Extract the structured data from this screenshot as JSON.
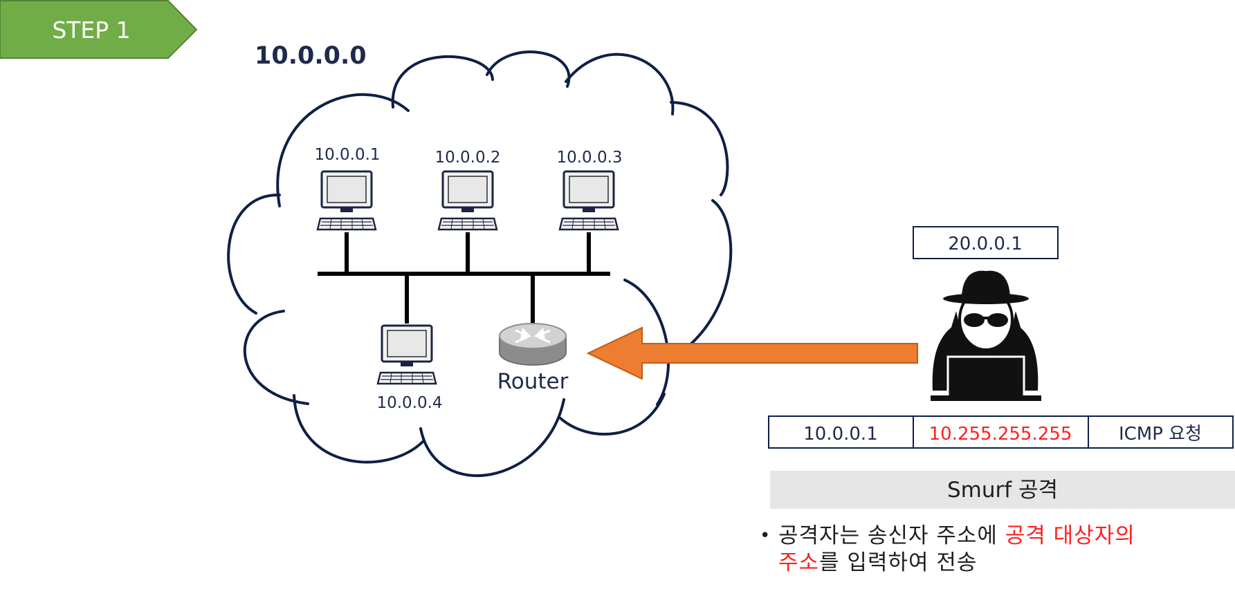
{
  "step_label": "STEP 1",
  "network_label": "10.0.0.0",
  "hosts": [
    "10.0.0.1",
    "10.0.0.2",
    "10.0.0.3",
    "10.0.0.4"
  ],
  "router_label": "Router",
  "attacker_ip": "20.0.0.1",
  "packet": {
    "source": "10.0.0.1",
    "destination": "10.255.255.255",
    "type": "ICMP 요청"
  },
  "attack_title": "Smurf 공격",
  "description": {
    "part1": "공격자는 송신자 주소에 ",
    "highlight1": "공격 대상자의",
    "highlight2": "주소",
    "part2": "를 입력하여 전송"
  },
  "colors": {
    "step_banner": "#70ad47",
    "cloud_stroke": "#0f1f45",
    "arrow": "#ed7d31",
    "highlight": "#ff1f1f",
    "title_bar": "#e6e6e6"
  }
}
